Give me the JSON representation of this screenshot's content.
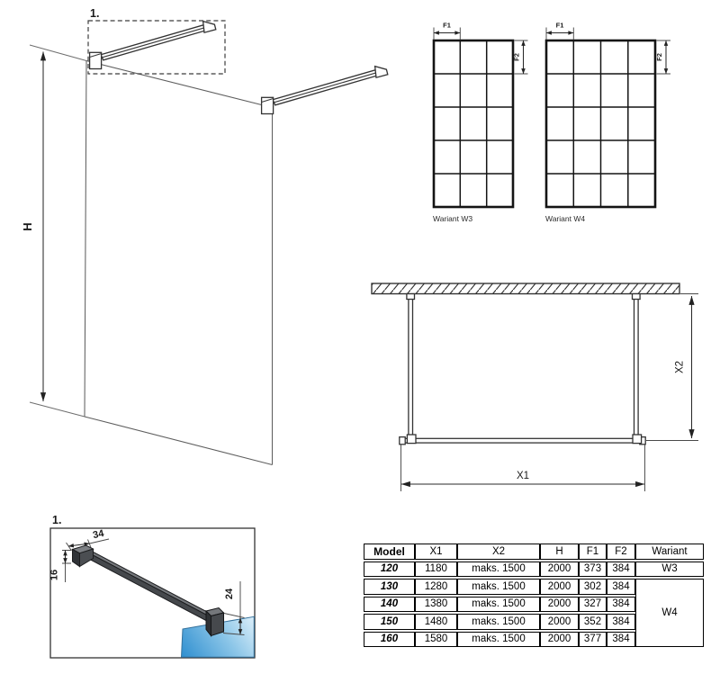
{
  "diagrams": {
    "perspective": {
      "detail_callout": "1.",
      "height_dim": "H"
    },
    "variants": {
      "w3": {
        "f1_dim": "F1",
        "f2_dim": "F2",
        "caption": "Wariant W3"
      },
      "w4": {
        "f1_dim": "F1",
        "f2_dim": "F2",
        "caption": "Wariant W4"
      }
    },
    "plan": {
      "width_dim": "X1",
      "depth_dim": "X2"
    },
    "detail": {
      "callout": "1.",
      "bar_width_dim": "34",
      "bar_height_dim": "16",
      "clamp_height_dim": "24"
    }
  },
  "table": {
    "headers": [
      "Model",
      "X1",
      "X2",
      "H",
      "F1",
      "F2",
      "Wariant"
    ],
    "rows": [
      {
        "model": "120",
        "x1": "1180",
        "x2": "maks. 1500",
        "h": "2000",
        "f1": "373",
        "f2": "384"
      },
      {
        "model": "130",
        "x1": "1280",
        "x2": "maks. 1500",
        "h": "2000",
        "f1": "302",
        "f2": "384"
      },
      {
        "model": "140",
        "x1": "1380",
        "x2": "maks. 1500",
        "h": "2000",
        "f1": "327",
        "f2": "384"
      },
      {
        "model": "150",
        "x1": "1480",
        "x2": "maks. 1500",
        "h": "2000",
        "f1": "352",
        "f2": "384"
      },
      {
        "model": "160",
        "x1": "1580",
        "x2": "maks. 1500",
        "h": "2000",
        "f1": "377",
        "f2": "384"
      }
    ],
    "variant_row1": "W3",
    "variant_rows2to5": "W4"
  },
  "colors": {
    "line": "#3a3a3a",
    "glass_blue": "#2f8fd0",
    "glass_blue_light": "#e8f5fc",
    "profile_dark": "#45484c"
  }
}
